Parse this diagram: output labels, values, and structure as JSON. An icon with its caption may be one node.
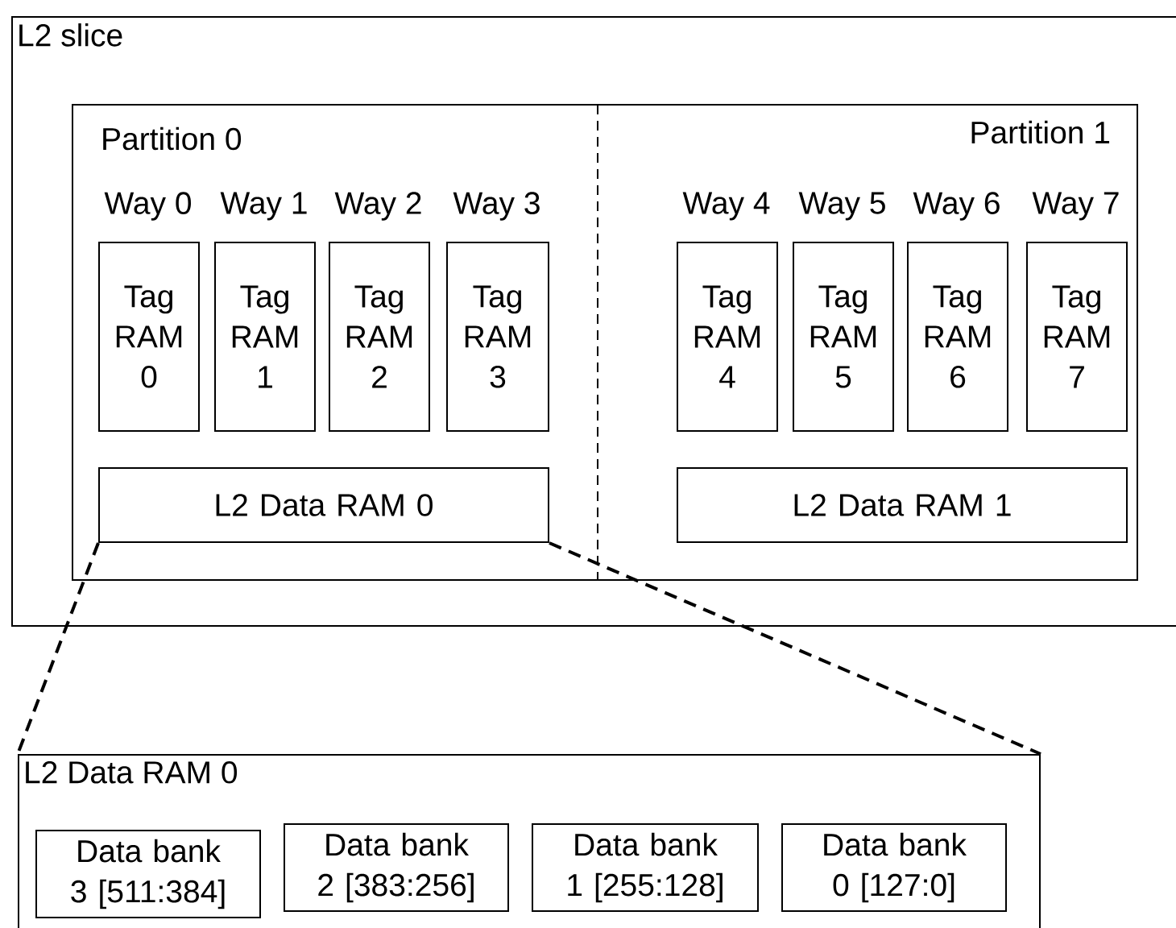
{
  "diagram": {
    "nodes": [
      {
        "text": [
          "L2 slice"
        ]
      },
      {
        "text": [
          "Partition 0"
        ],
        "in": 0
      },
      {
        "text": [
          "Partition 1"
        ],
        "in": 0
      },
      {
        "text": [
          "Way 0",
          "Tag RAM 0"
        ],
        "in": 1
      },
      {
        "text": [
          "Way 1",
          "Tag RAM 1"
        ],
        "in": 1
      },
      {
        "text": [
          "Way 2",
          "Tag RAM 2"
        ],
        "in": 1
      },
      {
        "text": [
          "Way 3",
          "Tag RAM 3"
        ],
        "in": 1
      },
      {
        "text": [
          "Way 4",
          "Tag RAM 4"
        ],
        "in": 2
      },
      {
        "text": [
          "Way 5",
          "Tag RAM 5"
        ],
        "in": 2
      },
      {
        "text": [
          "Way 6",
          "Tag RAM 6"
        ],
        "in": 2
      },
      {
        "text": [
          "Way 7",
          "Tag RAM 7"
        ],
        "in": 2
      },
      {
        "text": [
          "L2 Data RAM 0"
        ],
        "in": 1
      },
      {
        "text": [
          "L2 Data RAM 1"
        ],
        "in": 2
      },
      {
        "text": [
          "L2 Data RAM 0"
        ]
      },
      {
        "text": [
          "Data bank 3 [511:384]"
        ],
        "in": 13
      },
      {
        "text": [
          "Data bank 2 [383:256]"
        ],
        "in": 13
      },
      {
        "text": [
          "Data bank 1 [255:128]"
        ],
        "in": 13
      },
      {
        "text": [
          "Data bank 0 [127:0]"
        ],
        "in": 13
      }
    ],
    "edges": [
      {
        "from": 11,
        "to": 13,
        "arrow": "none",
        "style": "dashed"
      },
      {
        "from": 11,
        "to": 13,
        "arrow": "none",
        "style": "dashed"
      }
    ]
  }
}
